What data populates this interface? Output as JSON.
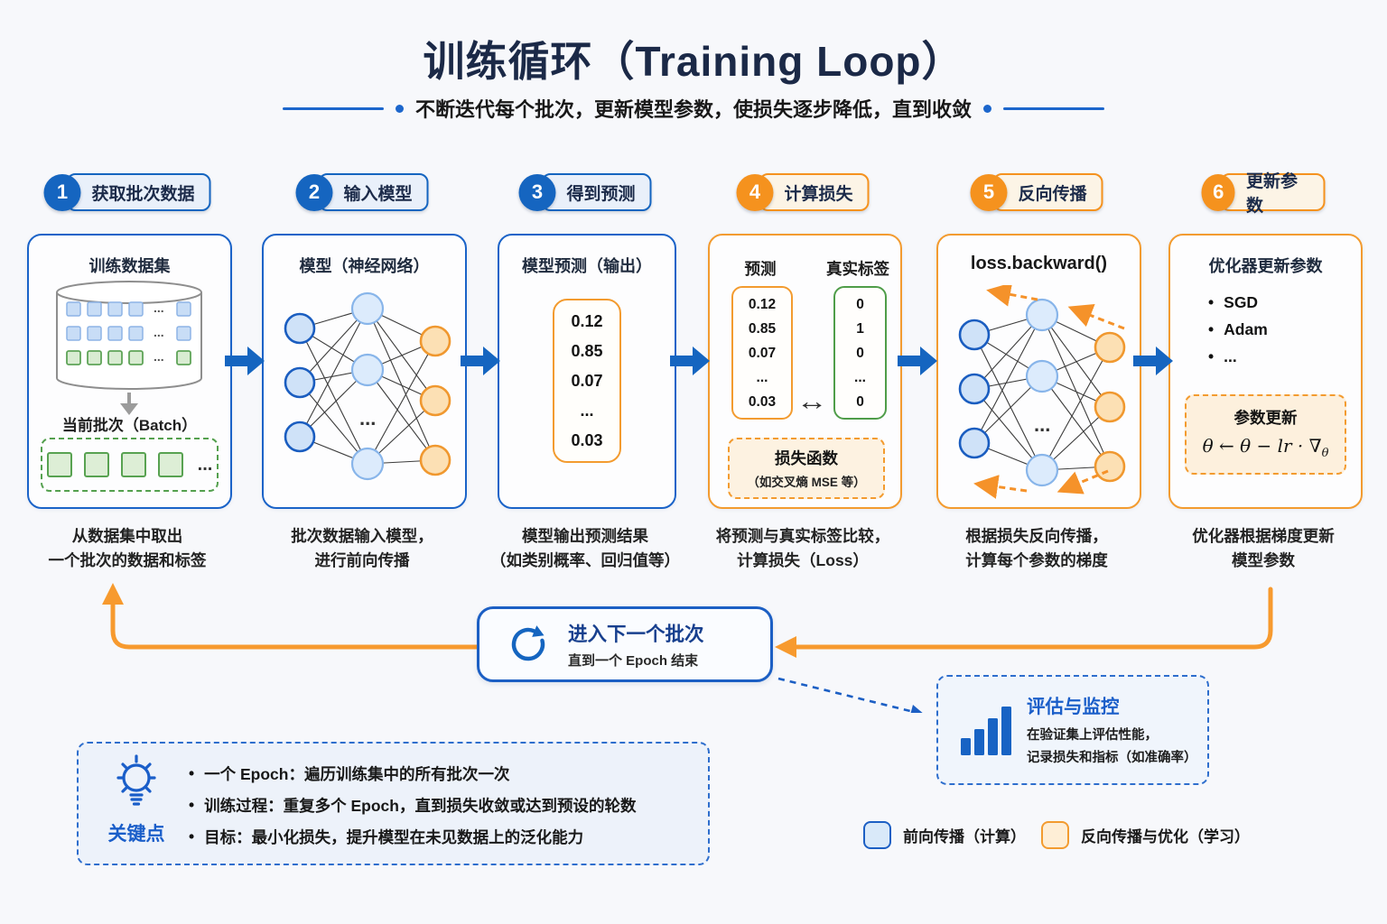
{
  "title": "训练循环（Training Loop）",
  "subtitle": "不断迭代每个批次，更新模型参数，使损失逐步降低，直到收敛",
  "bullet": "•",
  "steps": [
    {
      "num": "1",
      "label": "获取批次数据",
      "caption1": "从数据集中取出",
      "caption2": "一个批次的数据和标签"
    },
    {
      "num": "2",
      "label": "输入模型",
      "caption1": "批次数据输入模型，",
      "caption2": "进行前向传播"
    },
    {
      "num": "3",
      "label": "得到预测",
      "caption1": "模型输出预测结果",
      "caption2": "（如类别概率、回归值等）"
    },
    {
      "num": "4",
      "label": "计算损失",
      "caption1": "将预测与真实标签比较，",
      "caption2": "计算损失（Loss）"
    },
    {
      "num": "5",
      "label": "反向传播",
      "caption1": "根据损失反向传播，",
      "caption2": "计算每个参数的梯度"
    },
    {
      "num": "6",
      "label": "更新参数",
      "caption1": "优化器根据梯度更新",
      "caption2": "模型参数"
    }
  ],
  "card1": {
    "title": "训练数据集",
    "batch_label": "当前批次（Batch）",
    "ellipsis": "..."
  },
  "card2": {
    "title": "模型（神经网络）",
    "ellipsis": "..."
  },
  "card3": {
    "title": "模型预测（输出）",
    "v1": "0.12",
    "v2": "0.85",
    "v3": "0.07",
    "v4": "...",
    "v5": "0.03"
  },
  "card4": {
    "pred_header": "预测",
    "true_header": "真实标签",
    "compare": "↔",
    "pred": {
      "v1": "0.12",
      "v2": "0.85",
      "v3": "0.07",
      "v4": "...",
      "v5": "0.03"
    },
    "truth": {
      "v1": "0",
      "v2": "1",
      "v3": "0",
      "v4": "...",
      "v5": "0"
    },
    "loss_title": "损失函数",
    "loss_sub": "（如交叉熵 MSE 等）"
  },
  "card5": {
    "title": "loss.backward()",
    "ellipsis": "..."
  },
  "card6": {
    "title": "优化器更新参数",
    "opt1": "SGD",
    "opt2": "Adam",
    "opt3": "...",
    "update_title": "参数更新",
    "formula_main": "θ ← θ − lr · ∇",
    "formula_sub": "θ"
  },
  "loop_box": {
    "title": "进入下一个批次",
    "subtitle": "直到一个 Epoch 结束"
  },
  "key_points": {
    "label": "关键点",
    "b1": "一个 Epoch：遍历训练集中的所有批次一次",
    "b2": "训练过程：重复多个 Epoch，直到损失收敛或达到预设的轮数",
    "b3": "目标：最小化损失，提升模型在未见数据上的泛化能力"
  },
  "eval_box": {
    "title": "评估与监控",
    "line1": "在验证集上评估性能，",
    "line2": "记录损失和指标（如准确率）"
  },
  "legend": {
    "forward": "前向传播（计算）",
    "backward": "反向传播与优化（学习）"
  },
  "colors": {
    "blue": "#1565c0",
    "orange": "#f39b2f",
    "navy": "#1b2947",
    "green": "#4f9d49"
  }
}
